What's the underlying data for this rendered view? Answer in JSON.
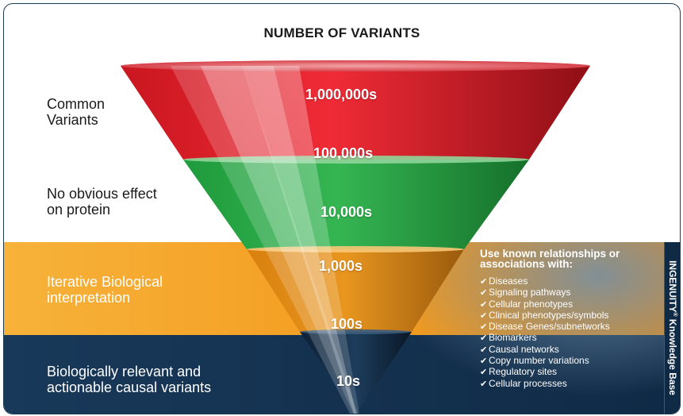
{
  "title": "NUMBER OF VARIANTS",
  "stages": [
    {
      "label_line1": "Common",
      "label_line2": "Variants"
    },
    {
      "label_line1": "No obvious effect",
      "label_line2": "on protein"
    },
    {
      "label_line1": "Iterative Biological",
      "label_line2": "interpretation"
    },
    {
      "label_line1": "Biologically relevant and",
      "label_line2": "actionable causal variants"
    }
  ],
  "counts": [
    "1,000,000s",
    "100,000s",
    "10,000s",
    "1,000s",
    "100s",
    "10s"
  ],
  "panel": {
    "heading_line1": "Use known relationships or",
    "heading_line2": "associations with:",
    "items": [
      "Diseases",
      "Signaling pathways",
      "Cellular phenotypes",
      "Clinical phenotypes/symbols",
      "Disease Genes/subnetworks",
      "Biomarkers",
      "Causal networks",
      "Copy number variations",
      "Regulatory sites",
      "Cellular processes"
    ]
  },
  "brand": {
    "name": "INGENUITY",
    "mark": "®",
    "suffix": " Knowledge Base"
  },
  "colors": {
    "red": "#e3212b",
    "green": "#2aa84a",
    "orange": "#f39a1d",
    "navy": "#0f2a45"
  }
}
